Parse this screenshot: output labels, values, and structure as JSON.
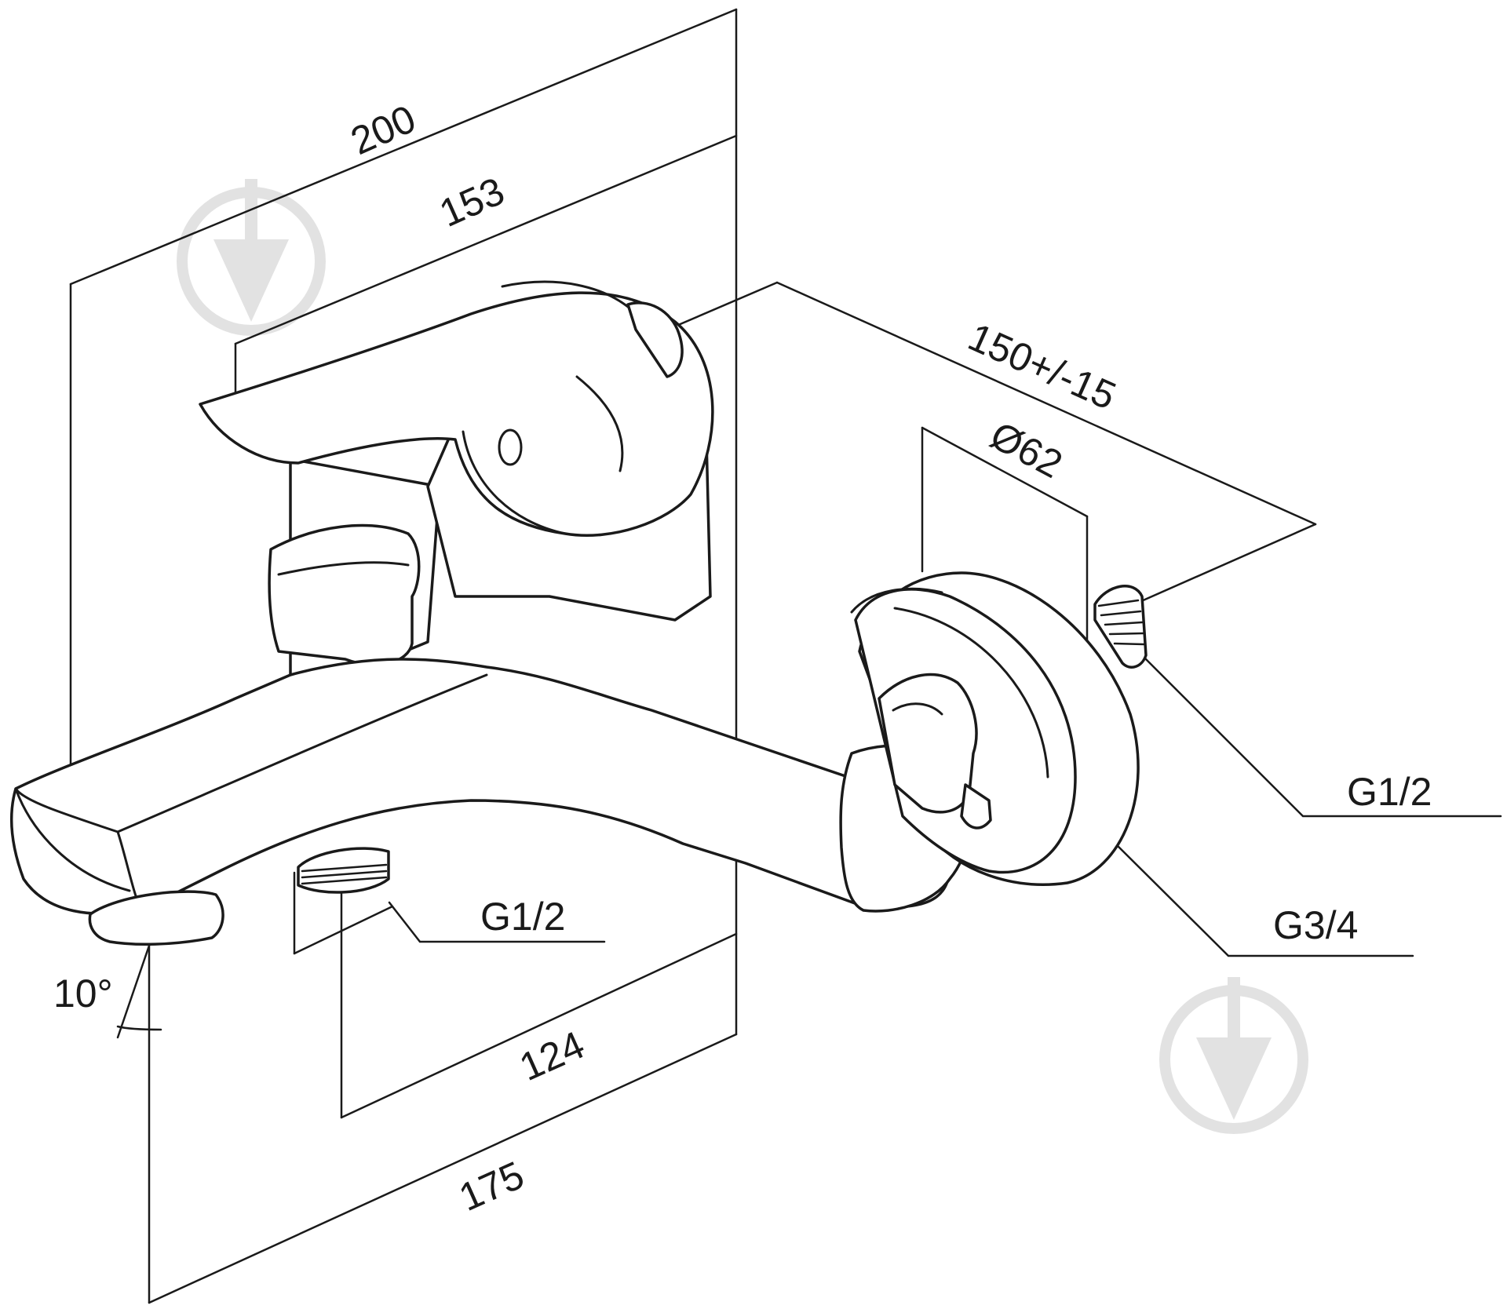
{
  "dimensions": {
    "width_total": "200",
    "width_handle": "153",
    "projection": "150+/-15",
    "flange_diameter": "Ø62",
    "outlet_connection": "G1/2",
    "wall_connection": "G1/2",
    "eccentric_connection": "G3/4",
    "spout_angle": "10°",
    "outlet_offset": "124",
    "spout_length": "175"
  },
  "colors": {
    "line": "#1a1a1a",
    "watermark": "#e2e2e2",
    "background": "#ffffff"
  },
  "icons": [
    "watermark-logo-icon",
    "watermark-logo-icon"
  ]
}
